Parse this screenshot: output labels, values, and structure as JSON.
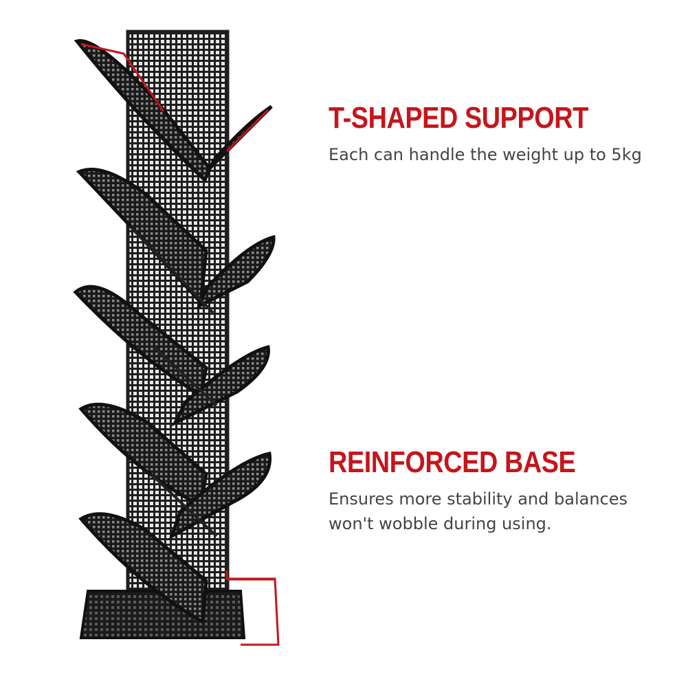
{
  "features": [
    {
      "heading": "T-SHAPED SUPPORT",
      "description": "Each can handle the weight up to 5kg"
    },
    {
      "heading": "REINFORCED BASE",
      "description": "Ensures more stability and balances won't wobble during using."
    }
  ],
  "colors": {
    "accent": "#c4161c",
    "text": "#444444",
    "metal": "#1e1e1e",
    "background": "#ffffff"
  }
}
